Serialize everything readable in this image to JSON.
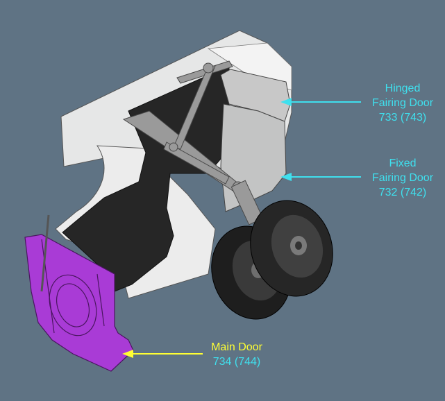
{
  "callouts": {
    "hinged": {
      "line1": "Hinged",
      "line2": "Fairing Door",
      "line3": "733 (743)"
    },
    "fixed": {
      "line1": "Fixed",
      "line2": "Fairing Door",
      "line3": "732 (742)"
    },
    "main": {
      "line1": "Main Door",
      "line2": "734 (744)"
    }
  },
  "colors": {
    "background": "#5f7384",
    "leader_cyan": "#3fe0ee",
    "leader_yellow": "#ffff33",
    "main_door": "#a93bd6",
    "fairing": "#cfd0d0",
    "tire": "#2a2a2a"
  }
}
